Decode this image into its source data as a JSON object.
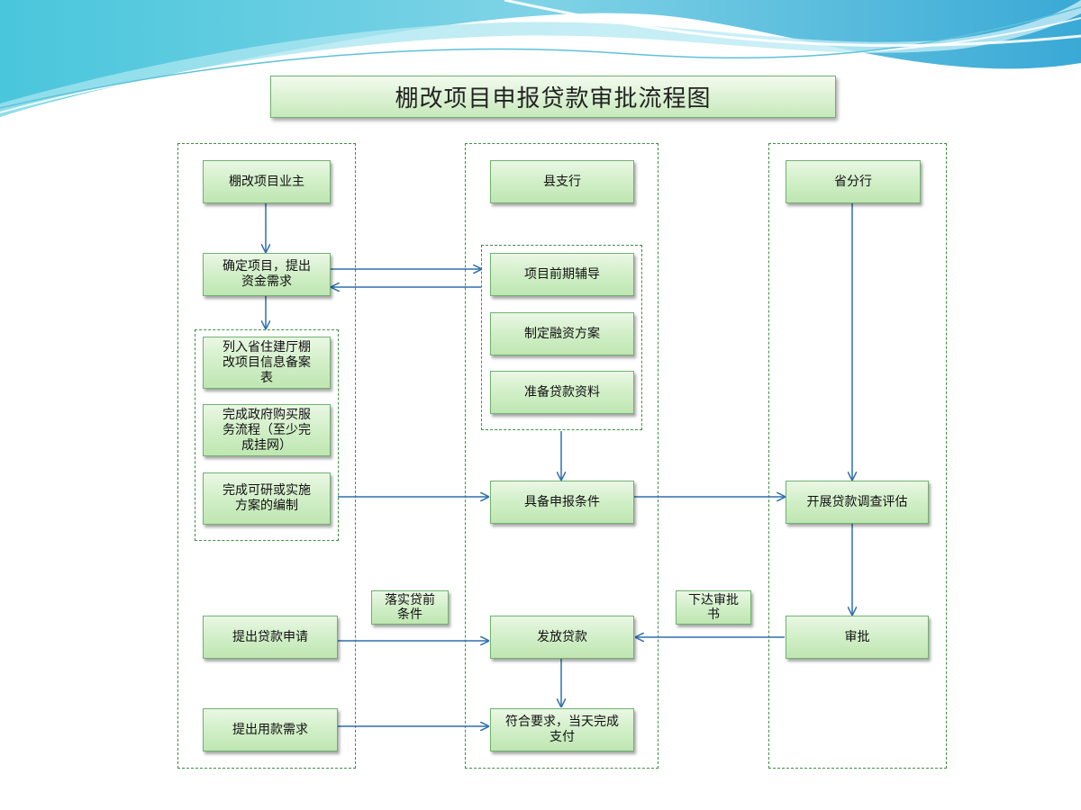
{
  "title": "棚改项目申报贷款审批流程图",
  "lanes": {
    "owner": "棚改项目业主",
    "county": "县支行",
    "province": "省分行"
  },
  "owner_steps": {
    "define": "确定项目，提出\n资金需求",
    "list": "列入省住建厅棚\n改项目信息备案\n表",
    "purchase": "完成政府购买服\n务流程（至少完\n成挂网）",
    "feasibility": "完成可研或实施\n方案的编制",
    "apply_loan": "提出贷款申请",
    "request_funds": "提出用款需求"
  },
  "county_steps": {
    "guidance": "项目前期辅导",
    "plan": "制定融资方案",
    "prepare": "准备贷款资料",
    "ready": "具备申报条件",
    "disburse": "发放贷款",
    "pay": "符合要求，当天完成\n支付"
  },
  "province_steps": {
    "evaluate": "开展贷款调查评估",
    "approve": "审批"
  },
  "notes": {
    "preconditions": "落实贷前\n条件",
    "issue_approval": "下达审批\n书"
  },
  "colors": {
    "arrow": "#2f6fae",
    "box_border": "#6fb26f",
    "lane_border": "#3f8f3f"
  }
}
